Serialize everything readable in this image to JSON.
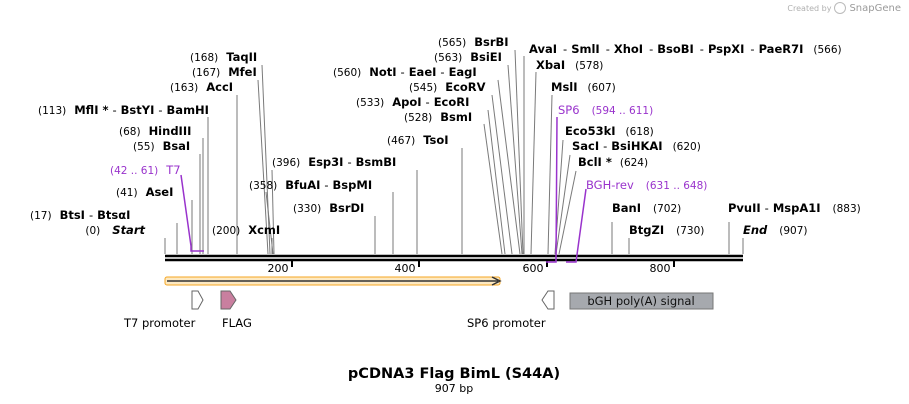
{
  "credit": {
    "created_by": "Created by",
    "app": "SnapGene",
    "icon": "snapgene-logo-icon"
  },
  "plasmid": {
    "name": "pCDNA3 Flag BimL (S44A)",
    "length_label": "907 bp",
    "length": 907
  },
  "colors": {
    "enzyme": "#000000",
    "primer": "#9933cc",
    "orf": "#f5a623",
    "flag": "#c97f9f",
    "polyA": "#a6a9ae"
  },
  "ruler": {
    "ticks": [
      "200",
      "400",
      "600",
      "800"
    ]
  },
  "sites": [
    {
      "pos": "(0)",
      "names": [
        {
          "t": "Start",
          "i": true
        }
      ]
    },
    {
      "pos": "(17)",
      "names": [
        {
          "t": "BtsI"
        },
        {
          "t": "BtsαI"
        }
      ]
    },
    {
      "pos": "(41)",
      "names": [
        {
          "t": "AseI"
        }
      ]
    },
    {
      "pos": "(55)",
      "names": [
        {
          "t": "BsaI"
        }
      ]
    },
    {
      "pos": "(68)",
      "names": [
        {
          "t": "HindIII"
        }
      ]
    },
    {
      "pos": "(113)",
      "names": [
        {
          "t": "MflI",
          "star": true
        },
        {
          "t": "BstYI"
        },
        {
          "t": "BamHI"
        }
      ]
    },
    {
      "pos": "(163)",
      "names": [
        {
          "t": "AccI"
        }
      ]
    },
    {
      "pos": "(167)",
      "names": [
        {
          "t": "MfeI"
        }
      ]
    },
    {
      "pos": "(168)",
      "names": [
        {
          "t": "TaqII"
        }
      ]
    },
    {
      "pos": "(200)",
      "names": [
        {
          "t": "XcmI"
        }
      ]
    },
    {
      "pos": "(358)",
      "names": [
        {
          "t": "BfuAI"
        },
        {
          "t": "BspMI"
        }
      ]
    },
    {
      "pos": "(396)",
      "names": [
        {
          "t": "Esp3I"
        },
        {
          "t": "BsmBI"
        }
      ]
    },
    {
      "pos": "(330)",
      "names": [
        {
          "t": "BsrDI"
        }
      ]
    },
    {
      "pos": "(467)",
      "names": [
        {
          "t": "TsoI"
        }
      ]
    },
    {
      "pos": "(528)",
      "names": [
        {
          "t": "BsmI"
        }
      ]
    },
    {
      "pos": "(533)",
      "names": [
        {
          "t": "ApoI"
        },
        {
          "t": "EcoRI"
        }
      ]
    },
    {
      "pos": "(545)",
      "names": [
        {
          "t": "EcoRV"
        }
      ]
    },
    {
      "pos": "(560)",
      "names": [
        {
          "t": "NotI"
        },
        {
          "t": "EaeI"
        },
        {
          "t": "EagI"
        }
      ]
    },
    {
      "pos": "(563)",
      "names": [
        {
          "t": "BsiEI"
        }
      ]
    },
    {
      "pos": "(565)",
      "names": [
        {
          "t": "BsrBI"
        }
      ]
    },
    {
      "pos": "(566)",
      "names": [
        {
          "t": "AvaI"
        },
        {
          "t": "SmlI"
        },
        {
          "t": "XhoI"
        },
        {
          "t": "BsoBI"
        },
        {
          "t": "PspXI"
        },
        {
          "t": "PaeR7I"
        }
      ]
    },
    {
      "pos": "(578)",
      "names": [
        {
          "t": "XbaI"
        }
      ]
    },
    {
      "pos": "(607)",
      "names": [
        {
          "t": "MslI"
        }
      ]
    },
    {
      "pos": "(618)",
      "names": [
        {
          "t": "Eco53kI"
        }
      ]
    },
    {
      "pos": "(620)",
      "names": [
        {
          "t": "SacI"
        },
        {
          "t": "BsiHKAI"
        }
      ]
    },
    {
      "pos": "(624)",
      "names": [
        {
          "t": "BclI",
          "star": true
        }
      ]
    },
    {
      "pos": "(702)",
      "names": [
        {
          "t": "BanI"
        }
      ]
    },
    {
      "pos": "(730)",
      "names": [
        {
          "t": "BtgZI"
        }
      ]
    },
    {
      "pos": "(883)",
      "names": [
        {
          "t": "PvuII"
        },
        {
          "t": "MspA1I"
        }
      ]
    },
    {
      "pos": "(907)",
      "names": [
        {
          "t": "End",
          "i": true
        }
      ]
    }
  ],
  "primers": [
    {
      "name": "T7",
      "range": "(42 .. 61)"
    },
    {
      "name": "SP6",
      "range": "(594 .. 611)"
    },
    {
      "name": "BGH-rev",
      "range": "(631 .. 648)"
    }
  ],
  "features": [
    {
      "name": "T7 promoter"
    },
    {
      "name": "FLAG"
    },
    {
      "name": "SP6 promoter"
    },
    {
      "name": "bGH poly(A) signal"
    }
  ]
}
